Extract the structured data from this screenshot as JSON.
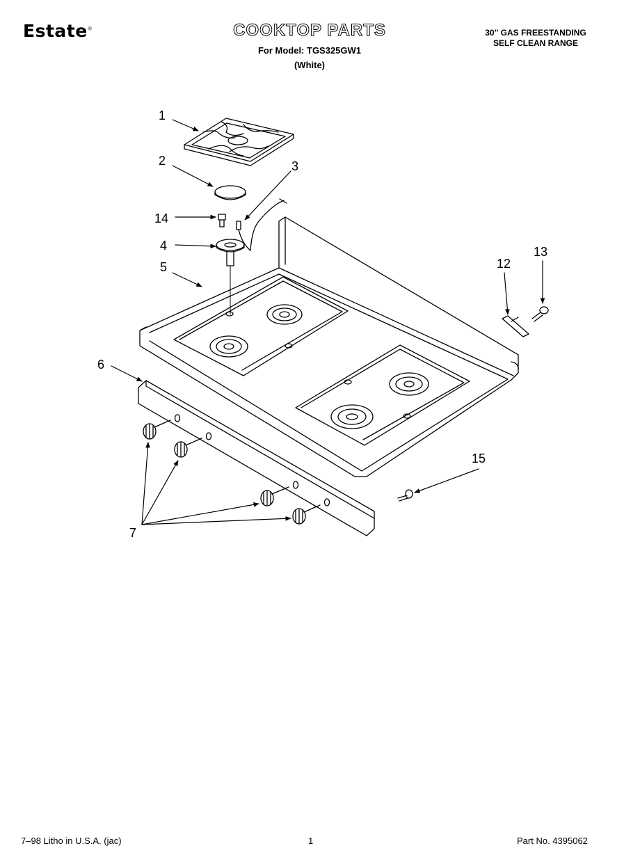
{
  "header": {
    "brand": "Estate",
    "brand_mark": "®",
    "title": "COOKTOP PARTS",
    "model_line": "For Model: TGS325GW1",
    "color_line": "(White)",
    "desc_line1": "30\" GAS FREESTANDING",
    "desc_line2": "SELF CLEAN RANGE"
  },
  "callouts": {
    "c1": "1",
    "c2": "2",
    "c3": "3",
    "c4": "4",
    "c5": "5",
    "c6": "6",
    "c7": "7",
    "c12": "12",
    "c13": "13",
    "c14": "14",
    "c15": "15"
  },
  "footer": {
    "litho": "7–98 Litho in U.S.A. (jac)",
    "page": "1",
    "part_no": "Part No. 4395062"
  }
}
